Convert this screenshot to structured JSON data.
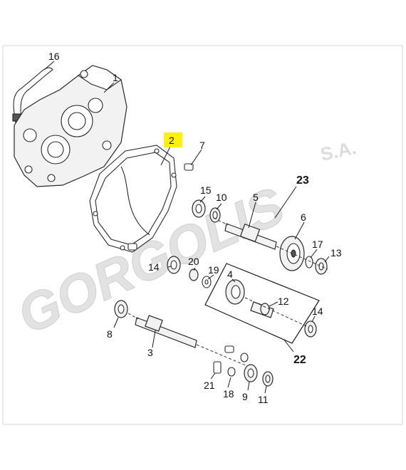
{
  "watermark": {
    "brand": "GORGOLIS",
    "suffix": "S.A."
  },
  "callouts": {
    "c1": "1",
    "c2": "2",
    "c3": "3",
    "c4": "4",
    "c5": "5",
    "c6": "6",
    "c7": "7",
    "c8": "8",
    "c9": "9",
    "c10": "10",
    "c11": "11",
    "c12": "12",
    "c13": "13",
    "c14a": "14",
    "c14b": "14",
    "c15": "15",
    "c16": "16",
    "c17": "17",
    "c18": "18",
    "c19": "19",
    "c20": "20",
    "c21": "21",
    "c22": "22",
    "c23": "23"
  },
  "colors": {
    "highlight": "#fff200",
    "watermark": "#e2e2e2",
    "ink": "#1a1a1a"
  }
}
